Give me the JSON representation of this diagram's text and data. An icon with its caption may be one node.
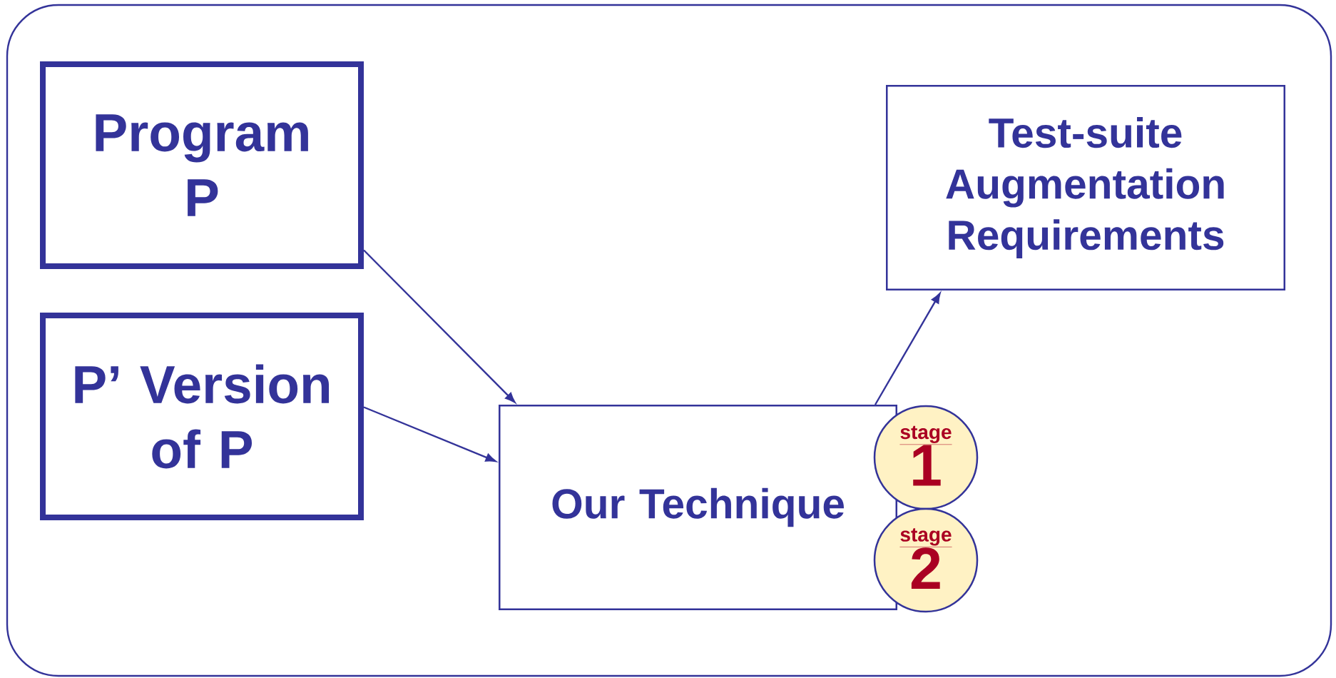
{
  "diagram": {
    "nodes": [
      {
        "text": [
          "Program P"
        ]
      },
      {
        "text": [
          "P’ Version of P"
        ]
      },
      {
        "text": [
          "Our Technique"
        ]
      },
      {
        "text": [
          "Test-suite Augmentation Requirements"
        ]
      },
      {
        "text": [
          "stage",
          "1"
        ]
      },
      {
        "text": [
          "stage",
          "2"
        ]
      }
    ],
    "edges": [
      {
        "from": 0,
        "to": 2,
        "arrow": "to"
      },
      {
        "from": 1,
        "to": 2,
        "arrow": "to"
      },
      {
        "from": 2,
        "to": 3,
        "arrow": "to"
      }
    ]
  }
}
